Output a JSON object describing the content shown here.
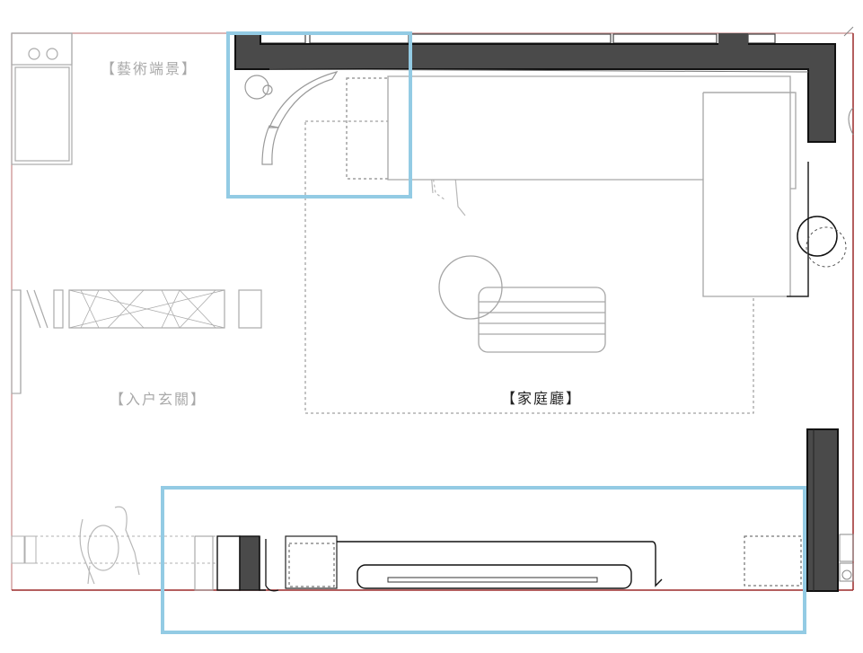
{
  "rooms": {
    "art_view": "【藝術端景】",
    "entry_foyer": "【入户玄關】",
    "family_room": "【家庭廳】"
  },
  "colors": {
    "wall_fill": "#4a4a4a",
    "boundary": "#9b2a2a",
    "highlight": "#93cbe4",
    "furniture_line": "#a6a6a6",
    "dashed_line": "#8a8a8a",
    "label_muted": "#a9a9a9",
    "label_dark": "#222222"
  },
  "highlights": [
    "upper-left-corner",
    "lower-wall-cabinet"
  ]
}
